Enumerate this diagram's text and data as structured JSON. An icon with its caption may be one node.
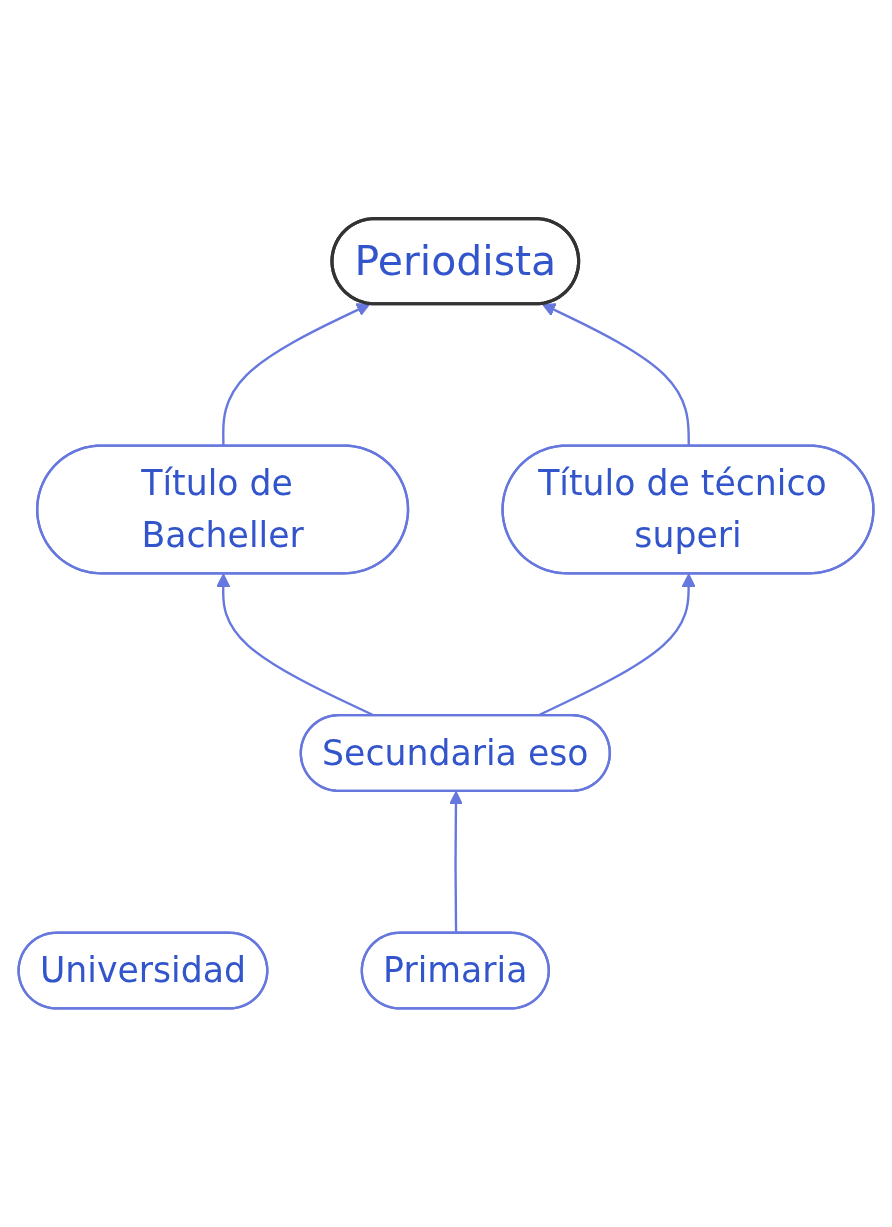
{
  "diagram": {
    "nodes": [
      {
        "text": [
          "Periodista"
        ]
      },
      {
        "text": [
          "Universidad"
        ]
      },
      {
        "text": [
          "Título de Bacheller"
        ]
      },
      {
        "text": [
          "Título de técnico superi"
        ]
      },
      {
        "text": [
          "Secundaria eso"
        ]
      },
      {
        "text": [
          "Primaria"
        ]
      }
    ],
    "edges": [
      {
        "from": 2,
        "to": 0,
        "arrow": "to"
      },
      {
        "from": 3,
        "to": 0,
        "arrow": "to"
      },
      {
        "from": 4,
        "to": 2,
        "arrow": "to"
      },
      {
        "from": 4,
        "to": 3,
        "arrow": "to"
      },
      {
        "from": 5,
        "to": 4,
        "arrow": "to"
      }
    ]
  }
}
